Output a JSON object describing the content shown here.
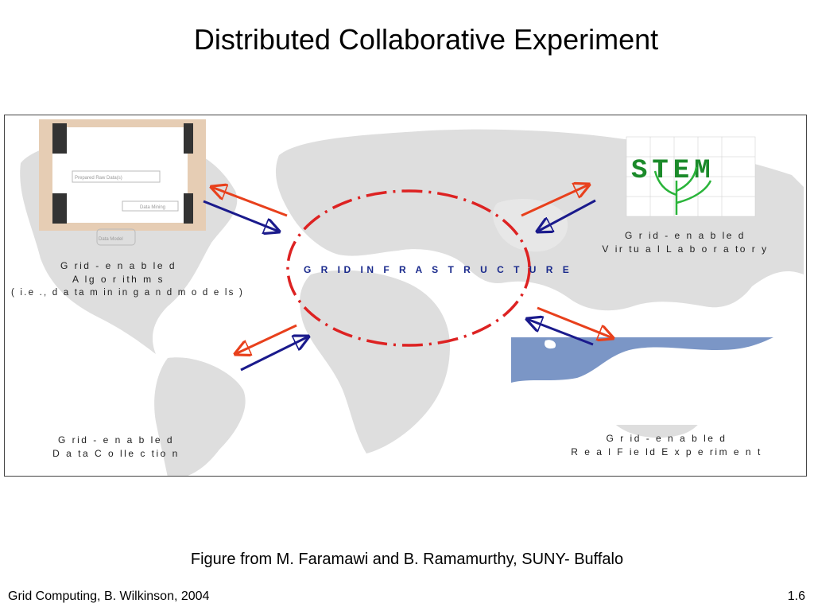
{
  "slide": {
    "title": "Distributed Collaborative Experiment",
    "caption": "Figure from M. Faramawi and B. Ramamurthy, SUNY- Buffalo",
    "footer_left": "Grid Computing, B. Wilkinson, 2004",
    "page_number": "1.6"
  },
  "diagram": {
    "center_label": "G R ID  IN F R A S T R U C T U R E",
    "nodes": [
      {
        "line1": "G rid  - e n a b  le d",
        "line2": "A lg  o r ith  m  s",
        "line3": "( i.e ., d a ta  m in in g  a n d  m o d e ls )"
      },
      {
        "line1": "G r id  - e n a b  le d",
        "line2": "V ir tu a l L a b o r a to  r y"
      },
      {
        "line1": "G rid  - e n a b le d",
        "line2": "D a ta  C o lle c tio  n"
      },
      {
        "line1": "G r id  - e n a b  le d",
        "line2": "R e a l F ie ld   E x p e rim  e n t"
      }
    ],
    "images": {
      "algorithms_image_text": [
        "Prepared Raw Data(s)",
        "Data Mining",
        "Data Model"
      ],
      "stem_logo_text": "STEM"
    },
    "colors": {
      "outbound_arrow": "#e8401c",
      "inbound_arrow": "#1a1a8c",
      "ellipse": "#dd2222",
      "center_label": "#1a2a8c",
      "map_land": "#dedede",
      "field_water": "#7b96c6"
    }
  }
}
